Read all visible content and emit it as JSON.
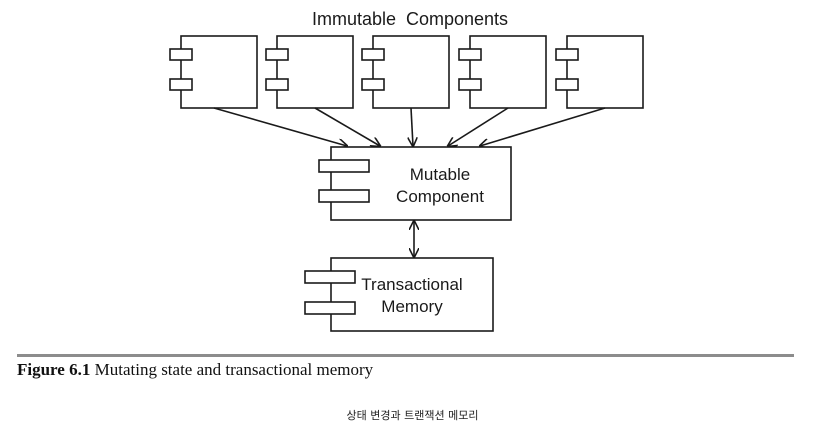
{
  "diagram": {
    "group_title": "Immutable  Components",
    "immutable_component_count": 5,
    "mutable_component": {
      "line1": "Mutable",
      "line2": "Component"
    },
    "transactional_memory": {
      "line1": "Transactional",
      "line2": "Memory"
    }
  },
  "caption": {
    "label": "Figure 6.1",
    "text": " Mutating state and transactional memory"
  },
  "subtitle": "상태 변경과 트랜잭션 메모리"
}
